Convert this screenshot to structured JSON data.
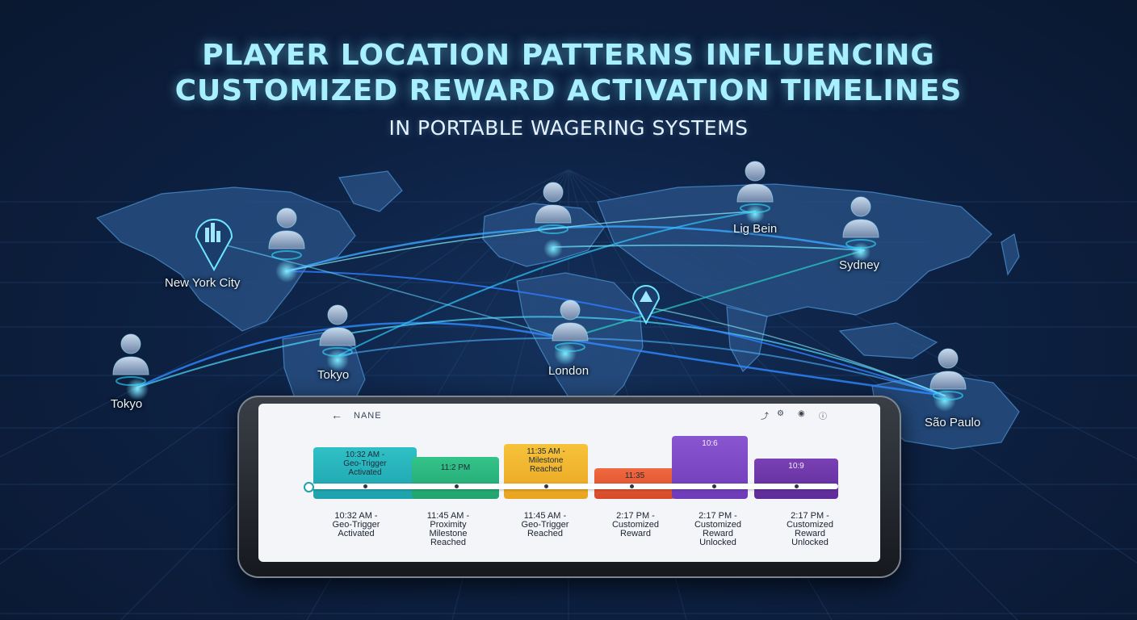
{
  "header": {
    "title_line1": "PLAYER LOCATION PATTERNS INFLUENCING",
    "title_line2": "CUSTOMIZED REWARD ACTIVATION TIMELINES",
    "subtitle": "IN PORTABLE WAGERING SYSTEMS"
  },
  "colors": {
    "accent": "#34e0ff",
    "background": "#0d2143",
    "glow": "#a8efff"
  },
  "map": {
    "cities": [
      {
        "label": "New York City"
      },
      {
        "label": "Lig Bein"
      },
      {
        "label": "Sydney"
      },
      {
        "label": "Tokyo"
      },
      {
        "label": "London"
      },
      {
        "label": "Tokyo"
      },
      {
        "label": "São Paulo"
      }
    ]
  },
  "tablet": {
    "back_icon": "←",
    "app_name": "NANE",
    "toolbar_icons": [
      "share-icon",
      "gear-icon",
      "record-icon",
      "info-icon"
    ],
    "bars": [
      {
        "line1": "10:32 AM -",
        "line2": "Geo-Trigger",
        "line3": "Activated",
        "color": "#1ea2ad"
      },
      {
        "line1": "11:2 PM",
        "line2": "",
        "line3": "",
        "color": "#20a36f"
      },
      {
        "line1": "11:35 AM -",
        "line2": "Milestone",
        "line3": "Reached",
        "color": "#e9a420"
      },
      {
        "line1": "11:35",
        "line2": "",
        "line3": "",
        "color": "#d64a2a"
      },
      {
        "line1": "10:6",
        "line2": "",
        "line3": "",
        "color": "#6e3bb8"
      },
      {
        "line1": "10:9",
        "line2": "",
        "line3": "",
        "color": "#5e2c98"
      }
    ],
    "events": [
      {
        "time": "10:32 AM -",
        "line2": "Geo-Trigger",
        "line3": "Activated"
      },
      {
        "time": "11:45 AM -",
        "line2": "Proximity",
        "line3": "Milestone",
        "line4": "Reached"
      },
      {
        "time": "11:45 AM -",
        "line2": "Geo-Trigger",
        "line3": "Reached"
      },
      {
        "time": "2:17 PM -",
        "line2": "Customized",
        "line3": "Reward"
      },
      {
        "time": "2:17 PM -",
        "line2": "Customized",
        "line3": "Reward",
        "line4": "Unlocked"
      },
      {
        "time": "2:17 PM -",
        "line2": "Customized",
        "line3": "Reward",
        "line4": "Unlocked"
      }
    ]
  }
}
